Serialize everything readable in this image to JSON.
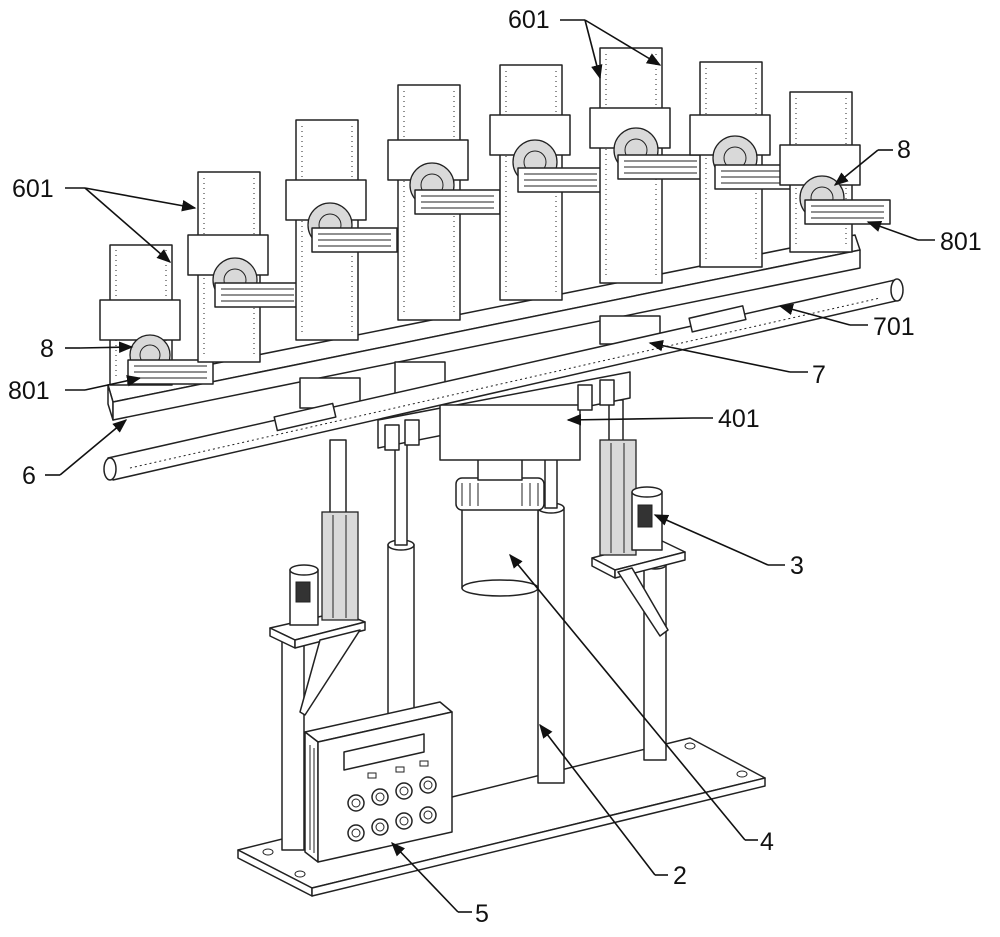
{
  "figure": {
    "labels": {
      "unit_601_top": "601",
      "unit_601_left": "601",
      "lamp_8_right": "8",
      "lamp_8_left": "8",
      "guide_801_right": "801",
      "guide_801_left": "801",
      "rail_701": "701",
      "rod_7": "7",
      "bar_6": "6",
      "block_401": "401",
      "motor_3": "3",
      "column_2": "2",
      "cylinder_4": "4",
      "control_box_5": "5"
    }
  }
}
